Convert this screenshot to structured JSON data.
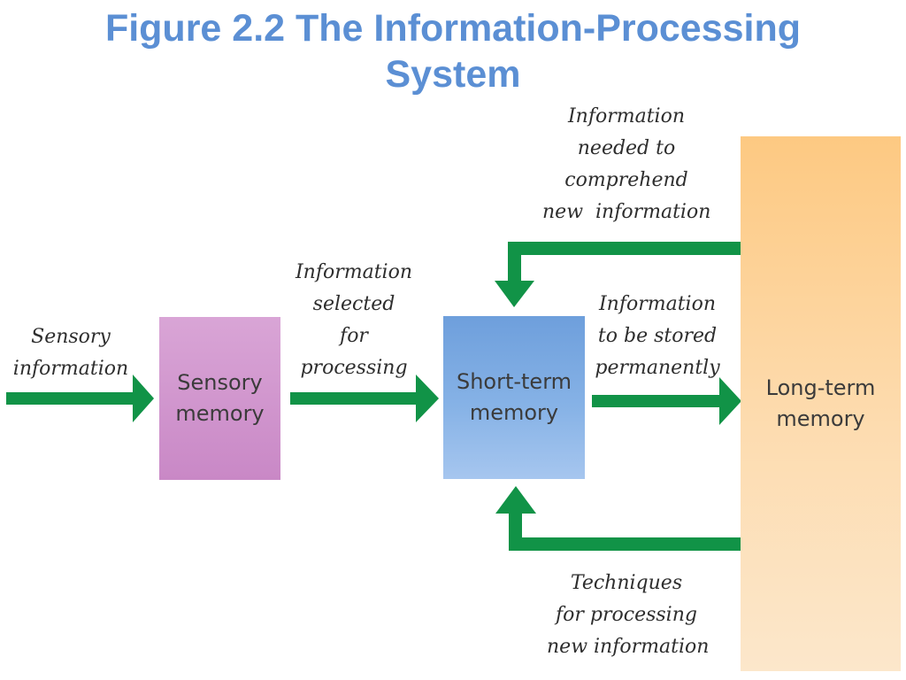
{
  "title": {
    "line1": "Figure 2.2 The Information-Processing",
    "line2": "System"
  },
  "boxes": {
    "sensory_memory": [
      "Sensory",
      "memory"
    ],
    "short_term_memory": [
      "Short-term",
      "memory"
    ],
    "long_term_memory": [
      "Long-term",
      "memory"
    ]
  },
  "labels": {
    "sensory_information": [
      "Sensory",
      "information"
    ],
    "selected_for_processing": [
      "Information",
      "selected",
      "for",
      "processing"
    ],
    "to_be_stored": [
      "Information",
      "to be stored",
      "permanently"
    ],
    "needed_to_comprehend": [
      "Information",
      "needed to",
      "comprehend",
      "new  information"
    ],
    "techniques": [
      "Techniques",
      "for processing",
      "new information"
    ]
  },
  "colors": {
    "title": "#5b8fd4",
    "arrow": "#119347",
    "sensory_box": "#cf95cc",
    "short_term_box": "#7ea9e1",
    "long_term_box": "#fdd09a"
  }
}
